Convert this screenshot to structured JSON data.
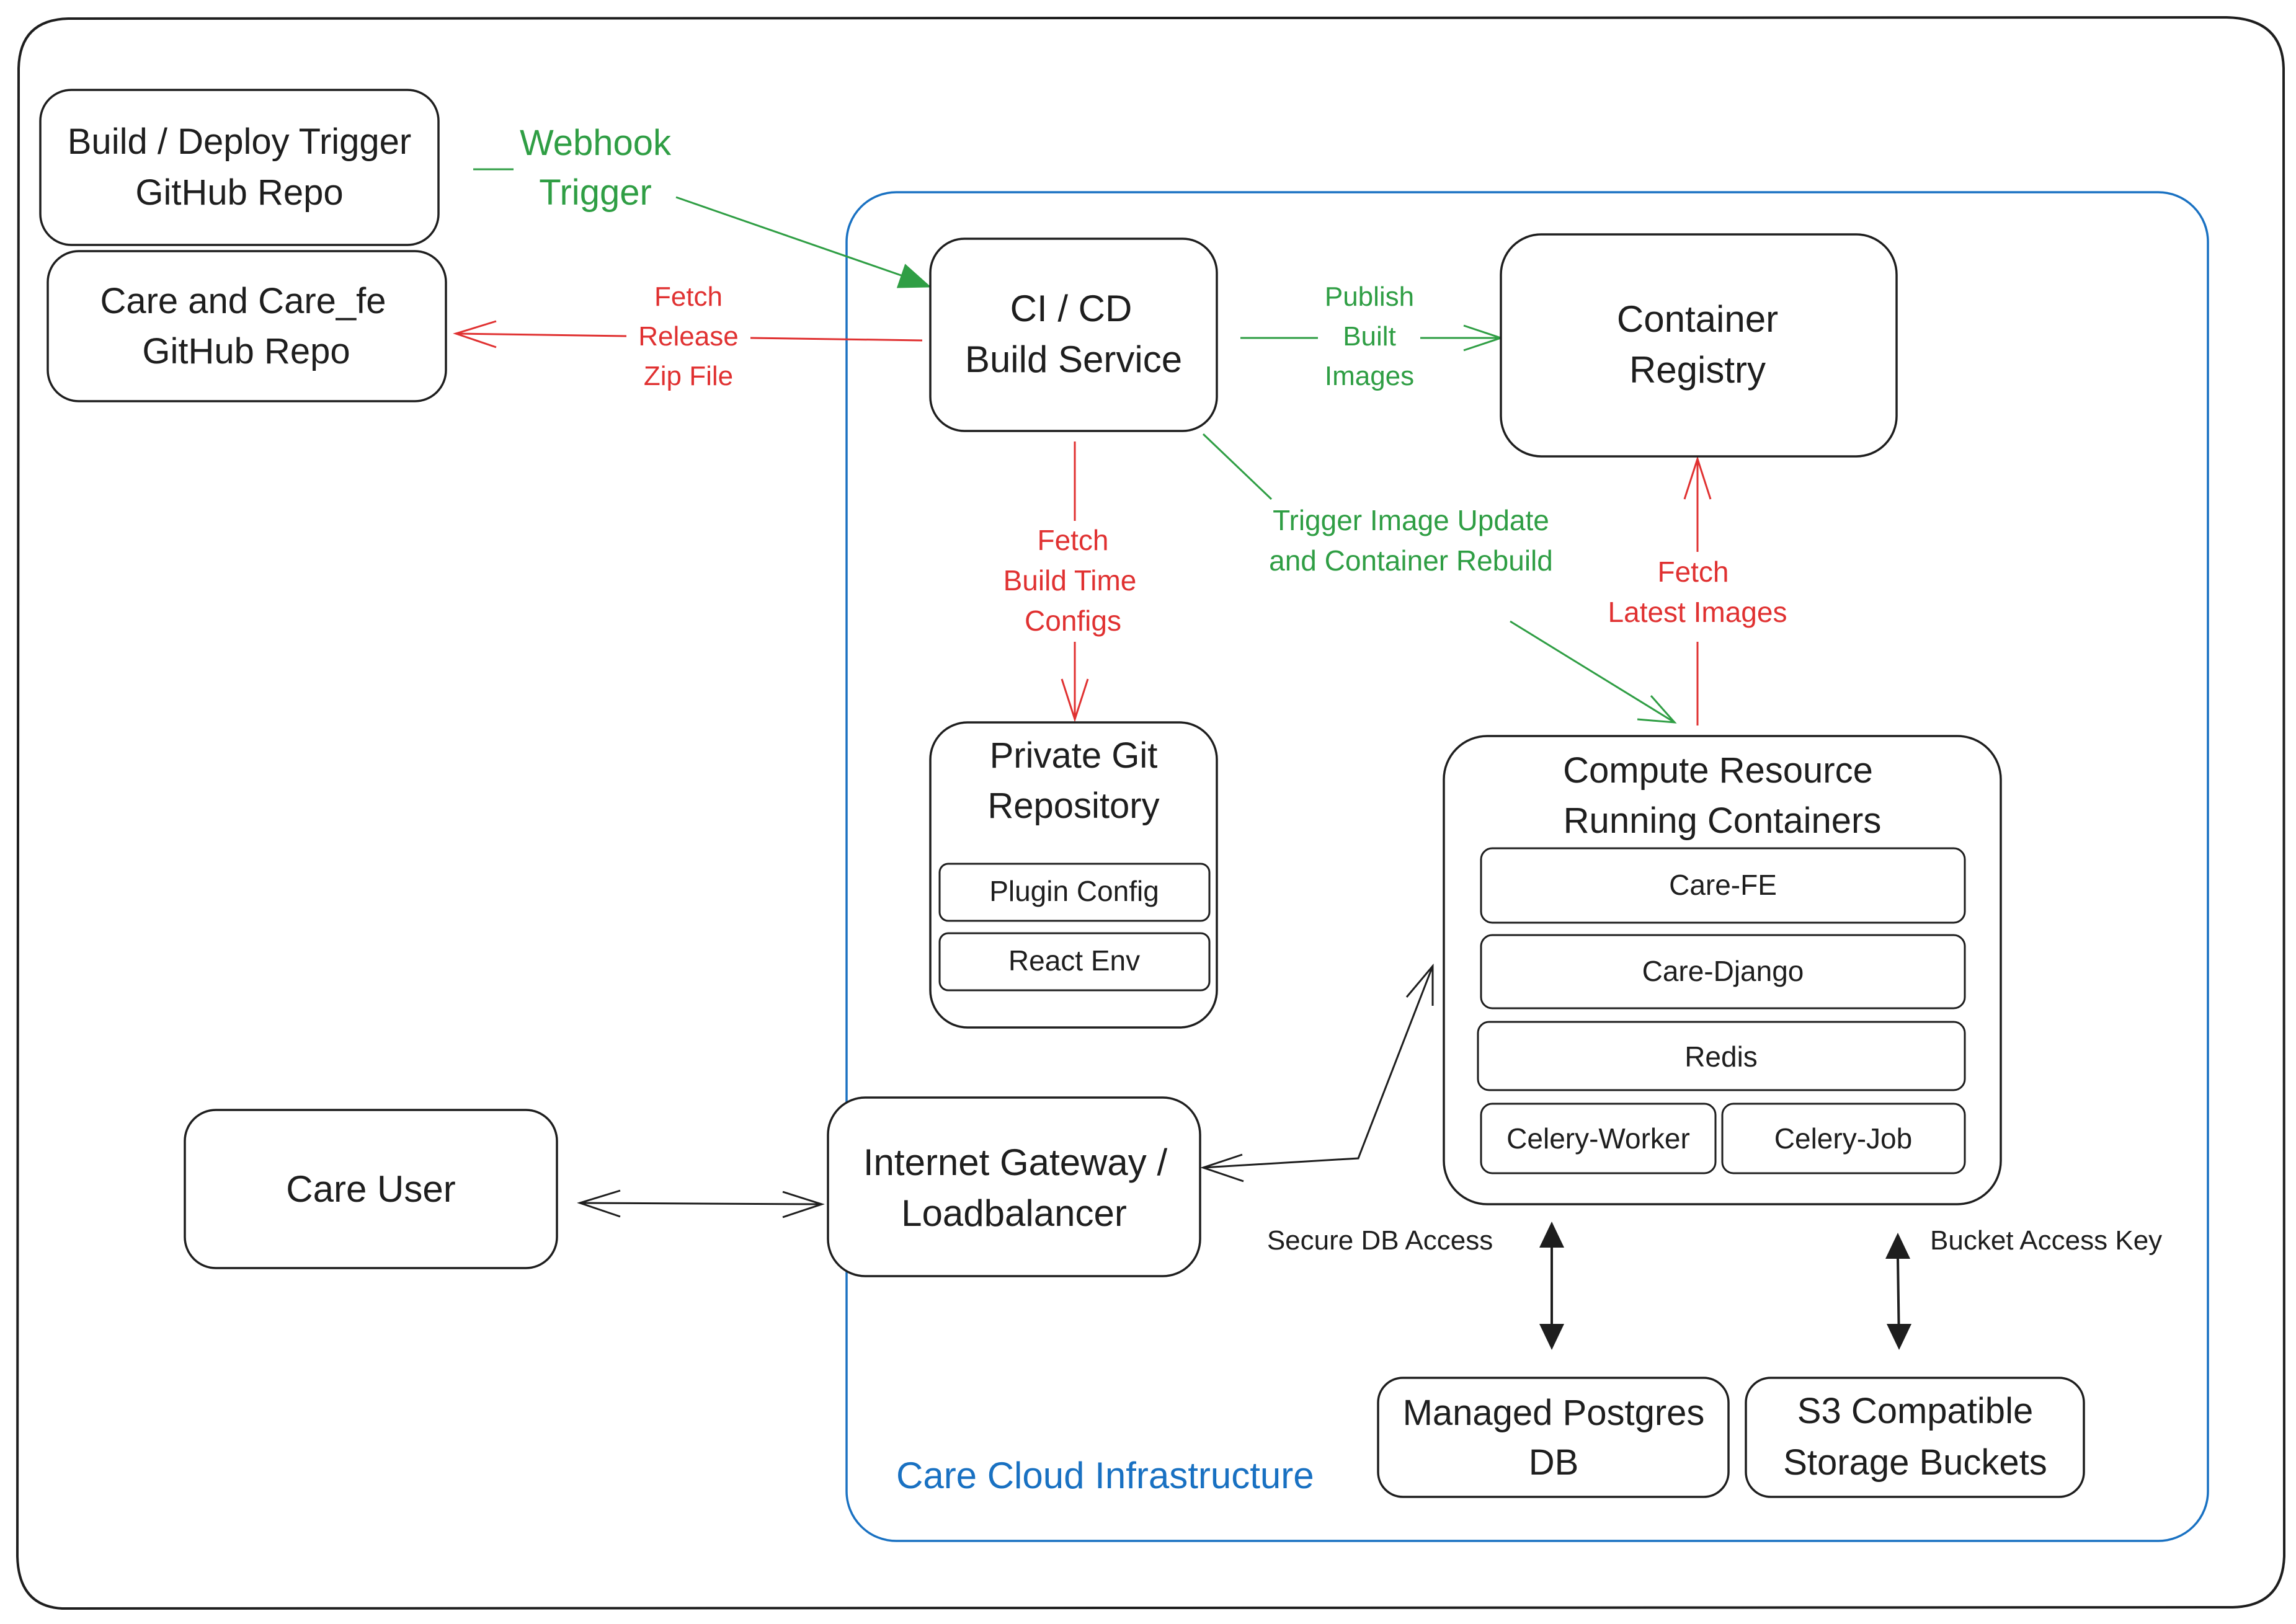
{
  "colors": {
    "ink": "#1e1e1e",
    "red": "#e03131",
    "green": "#2f9e44",
    "blue": "#1971c2"
  },
  "region": {
    "label": "Care Cloud Infrastructure"
  },
  "nodes": {
    "trigger_repo": {
      "line1": "Build / Deploy Trigger",
      "line2": "GitHub Repo"
    },
    "care_repo": {
      "line1": "Care and Care_fe",
      "line2": "GitHub Repo"
    },
    "cicd": {
      "line1": "CI / CD",
      "line2": "Build Service"
    },
    "registry": {
      "line1": "Container",
      "line2": "Registry"
    },
    "private_git": {
      "line1": "Private Git",
      "line2": "Repository",
      "items": [
        "Plugin Config",
        "React Env"
      ]
    },
    "compute": {
      "line1": "Compute Resource",
      "line2": "Running Containers",
      "containers": [
        "Care-FE",
        "Care-Django",
        "Redis",
        "Celery-Worker",
        "Celery-Job"
      ]
    },
    "care_user": {
      "label": "Care User"
    },
    "gateway": {
      "line1": "Internet Gateway /",
      "line2": "Loadbalancer"
    },
    "postgres": {
      "line1": "Managed Postgres",
      "line2": "DB"
    },
    "s3": {
      "line1": "S3 Compatible",
      "line2": "Storage Buckets"
    }
  },
  "edge_labels": {
    "webhook": {
      "line1": "Webhook",
      "line2": "Trigger"
    },
    "fetch_release": {
      "line1": "Fetch",
      "line2": "Release",
      "line3": "Zip File"
    },
    "publish": {
      "line1": "Publish",
      "line2": "Built",
      "line3": "Images"
    },
    "fetch_configs": {
      "line1": "Fetch",
      "line2": "Build Time",
      "line3": "Configs"
    },
    "trigger_update": {
      "line1": "Trigger Image Update",
      "line2": "and Container Rebuild"
    },
    "fetch_latest": {
      "line1": "Fetch",
      "line2": "Latest Images"
    },
    "secure_db": {
      "text": "Secure DB Access"
    },
    "bucket_key": {
      "text": "Bucket Access Key"
    }
  },
  "icons": {
    "arrow_open": "open-arrowhead-icon",
    "arrow_filled": "filled-arrowhead-icon"
  }
}
